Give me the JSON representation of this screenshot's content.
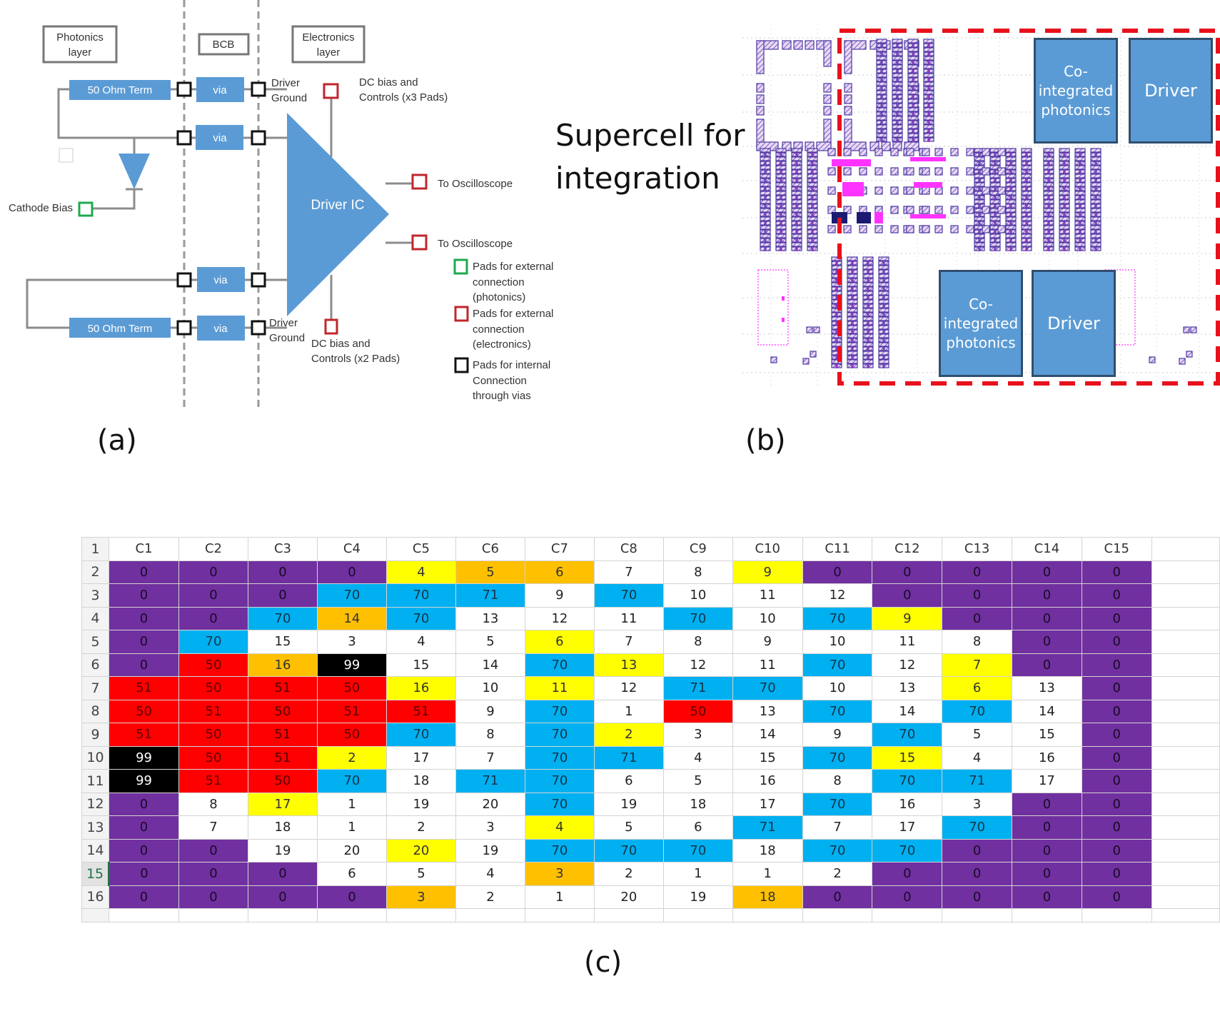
{
  "panel_a": {
    "label": "(a)",
    "layer_headers": {
      "photonics": [
        "Photonics",
        "layer"
      ],
      "bcb": "BCB",
      "electronics": [
        "Electronics",
        "layer"
      ]
    },
    "term_top": "50 Ohm Term",
    "term_bottom": "50 Ohm Term",
    "via": "via",
    "driver_ic": "Driver IC",
    "driver_ground_top": [
      "Driver",
      "Ground"
    ],
    "driver_ground_bottom": [
      "Driver",
      "Ground"
    ],
    "dc_bias_top": [
      "DC bias and",
      "Controls (x3 Pads)"
    ],
    "dc_bias_bottom": [
      "DC bias and",
      "Controls (x2 Pads)"
    ],
    "cathode_bias": "Cathode Bias",
    "to_oscilloscope_1": "To Oscilloscope",
    "to_oscilloscope_2": "To Oscilloscope",
    "legend": [
      {
        "color": "#1fa84f",
        "lines": [
          "Pads for external",
          "connection",
          "(photonics)"
        ]
      },
      {
        "color": "#c0262d",
        "lines": [
          "Pads for external",
          "connection",
          "(electronics)"
        ]
      },
      {
        "color": "#111111",
        "lines": [
          "Pads for internal",
          "Connection",
          "through vias"
        ]
      }
    ],
    "colors": {
      "block": "#5b9bd5",
      "wire": "#8c8c8c"
    }
  },
  "panel_b": {
    "label": "(b)",
    "title_line1": "Supercell for",
    "title_line2": "integration",
    "blocks": {
      "photonics_top": "Co-\nintegrated\nphotonics",
      "driver_top": "Driver",
      "photonics_bottom": "Co-\nintegrated\nphotonics",
      "driver_bottom": "Driver"
    },
    "colors": {
      "highlight_border": "#e8111b",
      "pad": "#7b5cc4",
      "layout_magenta": "#ff00ff"
    }
  },
  "panel_c": {
    "label": "(c)",
    "header_row_number": "1",
    "column_headers": [
      "C1",
      "C2",
      "C3",
      "C4",
      "C5",
      "C6",
      "C7",
      "C8",
      "C9",
      "C10",
      "C11",
      "C12",
      "C13",
      "C14",
      "C15"
    ],
    "selected_row": "15",
    "legend_colors": {
      "P": "#7030a0",
      "R": "#ff0000",
      "K": "#000000",
      "B": "#00b0f0",
      "Y": "#ffff00",
      "O": "#ffc000",
      "W": "#ffffff"
    },
    "rows": [
      {
        "n": "2",
        "values": [
          "0",
          "0",
          "0",
          "0",
          "4",
          "5",
          "6",
          "7",
          "8",
          "9",
          "0",
          "0",
          "0",
          "0",
          "0"
        ],
        "colors": [
          "P",
          "P",
          "P",
          "P",
          "Y",
          "O",
          "O",
          "W",
          "W",
          "Y",
          "P",
          "P",
          "P",
          "P",
          "P"
        ]
      },
      {
        "n": "3",
        "values": [
          "0",
          "0",
          "0",
          "70",
          "70",
          "71",
          "9",
          "70",
          "10",
          "11",
          "12",
          "0",
          "0",
          "0",
          "0"
        ],
        "colors": [
          "P",
          "P",
          "P",
          "B",
          "B",
          "B",
          "W",
          "B",
          "W",
          "W",
          "W",
          "P",
          "P",
          "P",
          "P"
        ]
      },
      {
        "n": "4",
        "values": [
          "0",
          "0",
          "70",
          "14",
          "70",
          "13",
          "12",
          "11",
          "70",
          "10",
          "70",
          "9",
          "0",
          "0",
          "0"
        ],
        "colors": [
          "P",
          "P",
          "B",
          "O",
          "B",
          "W",
          "W",
          "W",
          "B",
          "W",
          "B",
          "Y",
          "P",
          "P",
          "P"
        ]
      },
      {
        "n": "5",
        "values": [
          "0",
          "70",
          "15",
          "3",
          "4",
          "5",
          "6",
          "7",
          "8",
          "9",
          "10",
          "11",
          "8",
          "0",
          "0"
        ],
        "colors": [
          "P",
          "B",
          "W",
          "W",
          "W",
          "W",
          "Y",
          "W",
          "W",
          "W",
          "W",
          "W",
          "W",
          "P",
          "P"
        ]
      },
      {
        "n": "6",
        "values": [
          "0",
          "50",
          "16",
          "99",
          "15",
          "14",
          "70",
          "13",
          "12",
          "11",
          "70",
          "12",
          "7",
          "0",
          "0"
        ],
        "colors": [
          "P",
          "R",
          "O",
          "K",
          "W",
          "W",
          "B",
          "Y",
          "W",
          "W",
          "B",
          "W",
          "Y",
          "P",
          "P"
        ]
      },
      {
        "n": "7",
        "values": [
          "51",
          "50",
          "51",
          "50",
          "16",
          "10",
          "11",
          "12",
          "71",
          "70",
          "10",
          "13",
          "6",
          "13",
          "0"
        ],
        "colors": [
          "R",
          "R",
          "R",
          "R",
          "Y",
          "W",
          "Y",
          "W",
          "B",
          "B",
          "W",
          "W",
          "Y",
          "W",
          "P"
        ]
      },
      {
        "n": "8",
        "values": [
          "50",
          "51",
          "50",
          "51",
          "51",
          "9",
          "70",
          "1",
          "50",
          "13",
          "70",
          "14",
          "70",
          "14",
          "0"
        ],
        "colors": [
          "R",
          "R",
          "R",
          "R",
          "R",
          "W",
          "B",
          "W",
          "R",
          "W",
          "B",
          "W",
          "B",
          "W",
          "P"
        ]
      },
      {
        "n": "9",
        "values": [
          "51",
          "50",
          "51",
          "50",
          "70",
          "8",
          "70",
          "2",
          "3",
          "14",
          "9",
          "70",
          "5",
          "15",
          "0"
        ],
        "colors": [
          "R",
          "R",
          "R",
          "R",
          "B",
          "W",
          "B",
          "Y",
          "W",
          "W",
          "W",
          "B",
          "W",
          "W",
          "P"
        ]
      },
      {
        "n": "10",
        "values": [
          "99",
          "50",
          "51",
          "2",
          "17",
          "7",
          "70",
          "71",
          "4",
          "15",
          "70",
          "15",
          "4",
          "16",
          "0"
        ],
        "colors": [
          "K",
          "R",
          "R",
          "Y",
          "W",
          "W",
          "B",
          "B",
          "W",
          "W",
          "B",
          "Y",
          "W",
          "W",
          "P"
        ]
      },
      {
        "n": "11",
        "values": [
          "99",
          "51",
          "50",
          "70",
          "18",
          "71",
          "70",
          "6",
          "5",
          "16",
          "8",
          "70",
          "71",
          "17",
          "0"
        ],
        "colors": [
          "K",
          "R",
          "R",
          "B",
          "W",
          "B",
          "B",
          "W",
          "W",
          "W",
          "W",
          "B",
          "B",
          "W",
          "P"
        ]
      },
      {
        "n": "12",
        "values": [
          "0",
          "8",
          "17",
          "1",
          "19",
          "20",
          "70",
          "19",
          "18",
          "17",
          "70",
          "16",
          "3",
          "0",
          "0"
        ],
        "colors": [
          "P",
          "W",
          "Y",
          "W",
          "W",
          "W",
          "B",
          "W",
          "W",
          "W",
          "B",
          "W",
          "W",
          "P",
          "P"
        ]
      },
      {
        "n": "13",
        "values": [
          "0",
          "7",
          "18",
          "1",
          "2",
          "3",
          "4",
          "5",
          "6",
          "71",
          "7",
          "17",
          "70",
          "0",
          "0"
        ],
        "colors": [
          "P",
          "W",
          "W",
          "W",
          "W",
          "W",
          "Y",
          "W",
          "W",
          "B",
          "W",
          "W",
          "B",
          "P",
          "P"
        ]
      },
      {
        "n": "14",
        "values": [
          "0",
          "0",
          "19",
          "20",
          "20",
          "19",
          "70",
          "70",
          "70",
          "18",
          "70",
          "70",
          "0",
          "0",
          "0"
        ],
        "colors": [
          "P",
          "P",
          "W",
          "W",
          "Y",
          "W",
          "B",
          "B",
          "B",
          "W",
          "B",
          "B",
          "P",
          "P",
          "P"
        ]
      },
      {
        "n": "15",
        "values": [
          "0",
          "0",
          "0",
          "6",
          "5",
          "4",
          "3",
          "2",
          "1",
          "1",
          "2",
          "0",
          "0",
          "0",
          "0"
        ],
        "colors": [
          "P",
          "P",
          "P",
          "W",
          "W",
          "W",
          "O",
          "W",
          "W",
          "W",
          "W",
          "P",
          "P",
          "P",
          "P"
        ]
      },
      {
        "n": "16",
        "values": [
          "0",
          "0",
          "0",
          "0",
          "3",
          "2",
          "1",
          "20",
          "19",
          "18",
          "0",
          "0",
          "0",
          "0",
          "0"
        ],
        "colors": [
          "P",
          "P",
          "P",
          "P",
          "O",
          "W",
          "W",
          "W",
          "W",
          "O",
          "P",
          "P",
          "P",
          "P",
          "P"
        ]
      }
    ]
  }
}
